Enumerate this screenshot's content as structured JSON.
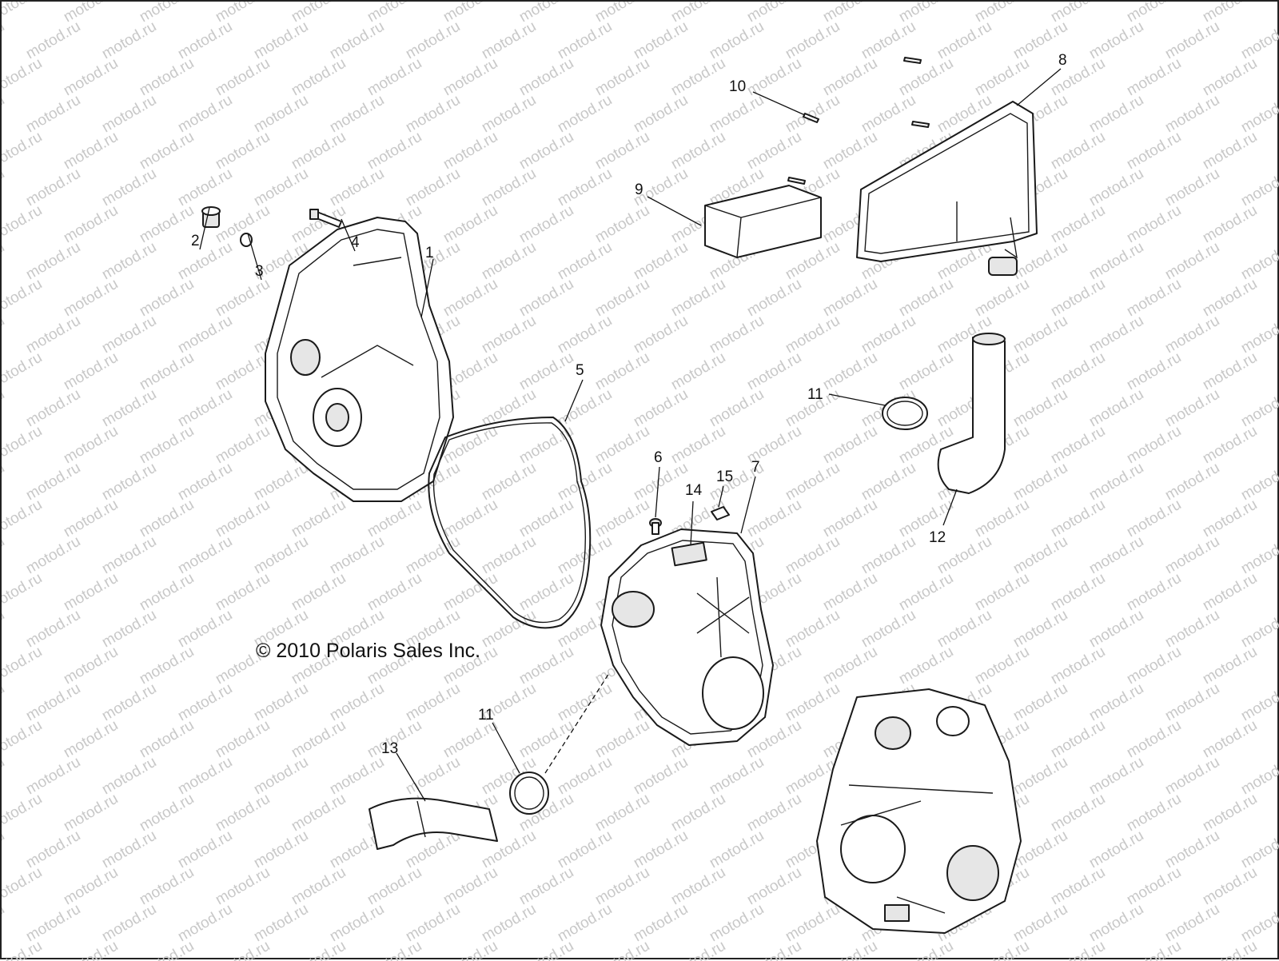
{
  "copyright": "© 2010 Polaris Sales Inc.",
  "watermark": "motod.ru",
  "callouts": [
    {
      "id": "1",
      "label": "1"
    },
    {
      "id": "2",
      "label": "2"
    },
    {
      "id": "3",
      "label": "3"
    },
    {
      "id": "4",
      "label": "4"
    },
    {
      "id": "5",
      "label": "5"
    },
    {
      "id": "6",
      "label": "6"
    },
    {
      "id": "7",
      "label": "7"
    },
    {
      "id": "8",
      "label": "8"
    },
    {
      "id": "9",
      "label": "9"
    },
    {
      "id": "10",
      "label": "10"
    },
    {
      "id": "11a",
      "label": "11"
    },
    {
      "id": "11b",
      "label": "11"
    },
    {
      "id": "12",
      "label": "12"
    },
    {
      "id": "13",
      "label": "13"
    },
    {
      "id": "14",
      "label": "14"
    },
    {
      "id": "15",
      "label": "15"
    }
  ]
}
